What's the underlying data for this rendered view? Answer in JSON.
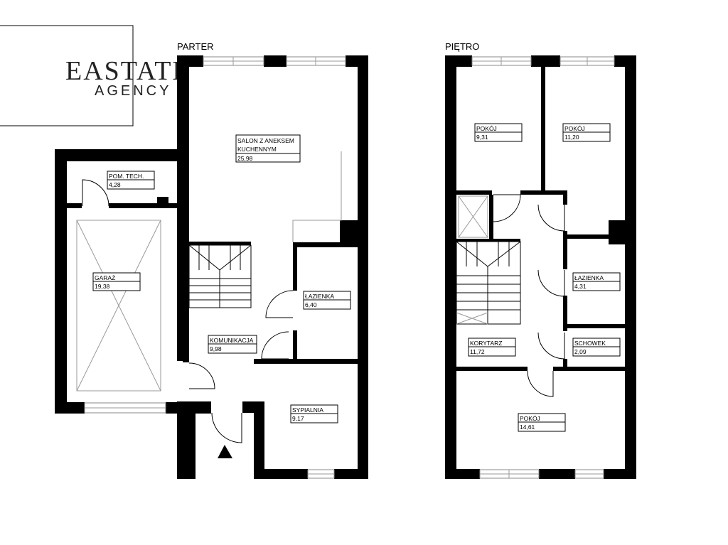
{
  "logo": {
    "main": "EASTATE",
    "sub": "AGENCY"
  },
  "floors": [
    {
      "title": "PARTER"
    },
    {
      "title": "PIĘTRO"
    }
  ],
  "rooms": {
    "salon": {
      "name_line1": "SALON Z ANEKSEM",
      "name_line2": "KUCHENNYM",
      "area": "25,98"
    },
    "pom_tech": {
      "name": "POM. TECH.",
      "area": "4,28"
    },
    "garaz": {
      "name": "GARAŻ",
      "area": "19,38"
    },
    "lazienka_parter": {
      "name": "ŁAZIENKA",
      "area": "6,40"
    },
    "komunikacja": {
      "name": "KOMUNIKACJA",
      "area": "9,98"
    },
    "sypialnia": {
      "name": "SYPIALNIA",
      "area": "9,17"
    },
    "pokoj_1": {
      "name": "POKÓJ",
      "area": "9,31"
    },
    "pokoj_2": {
      "name": "POKÓJ",
      "area": "11,20"
    },
    "lazienka_pietro": {
      "name": "ŁAZIENKA",
      "area": "4,31"
    },
    "korytarz": {
      "name": "KORYTARZ",
      "area": "11,72"
    },
    "schowek": {
      "name": "SCHOWEK",
      "area": "2,09"
    },
    "pokoj_3": {
      "name": "POKÓJ",
      "area": "14,61"
    }
  }
}
